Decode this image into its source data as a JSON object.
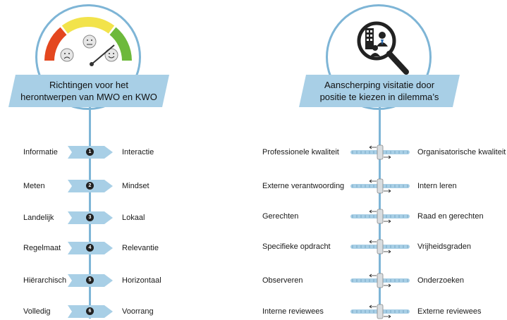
{
  "left_panel": {
    "title": "Richtingen voor het herontwerpen van MWO en KWO",
    "title_line1": "Richtingen voor het",
    "title_line2": "herontwerpen van MWO en KWO",
    "gauge_colors": {
      "low": "#e4471f",
      "mid": "#f2e34b",
      "high": "#6db93b"
    },
    "items": [
      {
        "number": "1",
        "left": "Informatie",
        "right": "Interactie"
      },
      {
        "number": "2",
        "left": "Meten",
        "right": "Mindset"
      },
      {
        "number": "3",
        "left": "Landelijk",
        "right": "Lokaal"
      },
      {
        "number": "4",
        "left": "Regelmaat",
        "right": "Relevantie"
      },
      {
        "number": "5",
        "left": "Hiërarchisch",
        "right": "Horizontaal"
      },
      {
        "number": "6",
        "left": "Volledig",
        "right": "Voorrang"
      }
    ]
  },
  "right_panel": {
    "title_line1": "Aanscherping visitatie door",
    "title_line2": "positie te kiezen in dilemma’s",
    "items": [
      {
        "left": "Professionele kwaliteit",
        "right": "Organisatorische kwaliteit"
      },
      {
        "left": "Externe verantwoording",
        "right": "Intern leren"
      },
      {
        "left": "Gerechten",
        "right": "Raad en gerechten"
      },
      {
        "left": "Specifieke opdracht",
        "right": "Vrijheidsgraden"
      },
      {
        "left": "Observeren",
        "right": "Onderzoeken"
      },
      {
        "left": "Interne reviewees",
        "right": "Externe reviewees"
      }
    ]
  },
  "colors": {
    "accent": "#7eb5d6",
    "banner": "#a8cfe6"
  }
}
